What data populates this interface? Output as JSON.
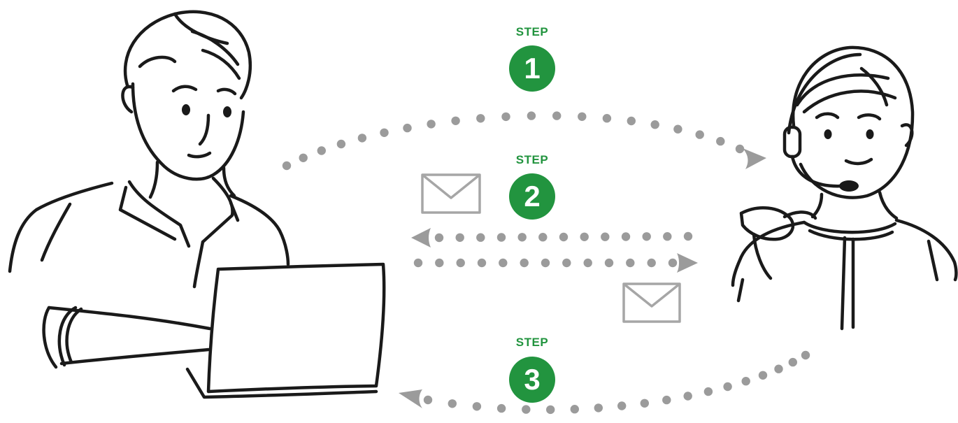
{
  "colors": {
    "step_green": "#22943f",
    "dots_gray": "#9b9b9b",
    "ink": "#1a1a1a"
  },
  "icons": [
    "man-with-laptop-illustration",
    "support-agent-headset-illustration",
    "envelope-icon",
    "arrow-icon"
  ],
  "steps": [
    {
      "label": "STEP",
      "number": "1"
    },
    {
      "label": "STEP",
      "number": "2"
    },
    {
      "label": "STEP",
      "number": "3"
    }
  ]
}
